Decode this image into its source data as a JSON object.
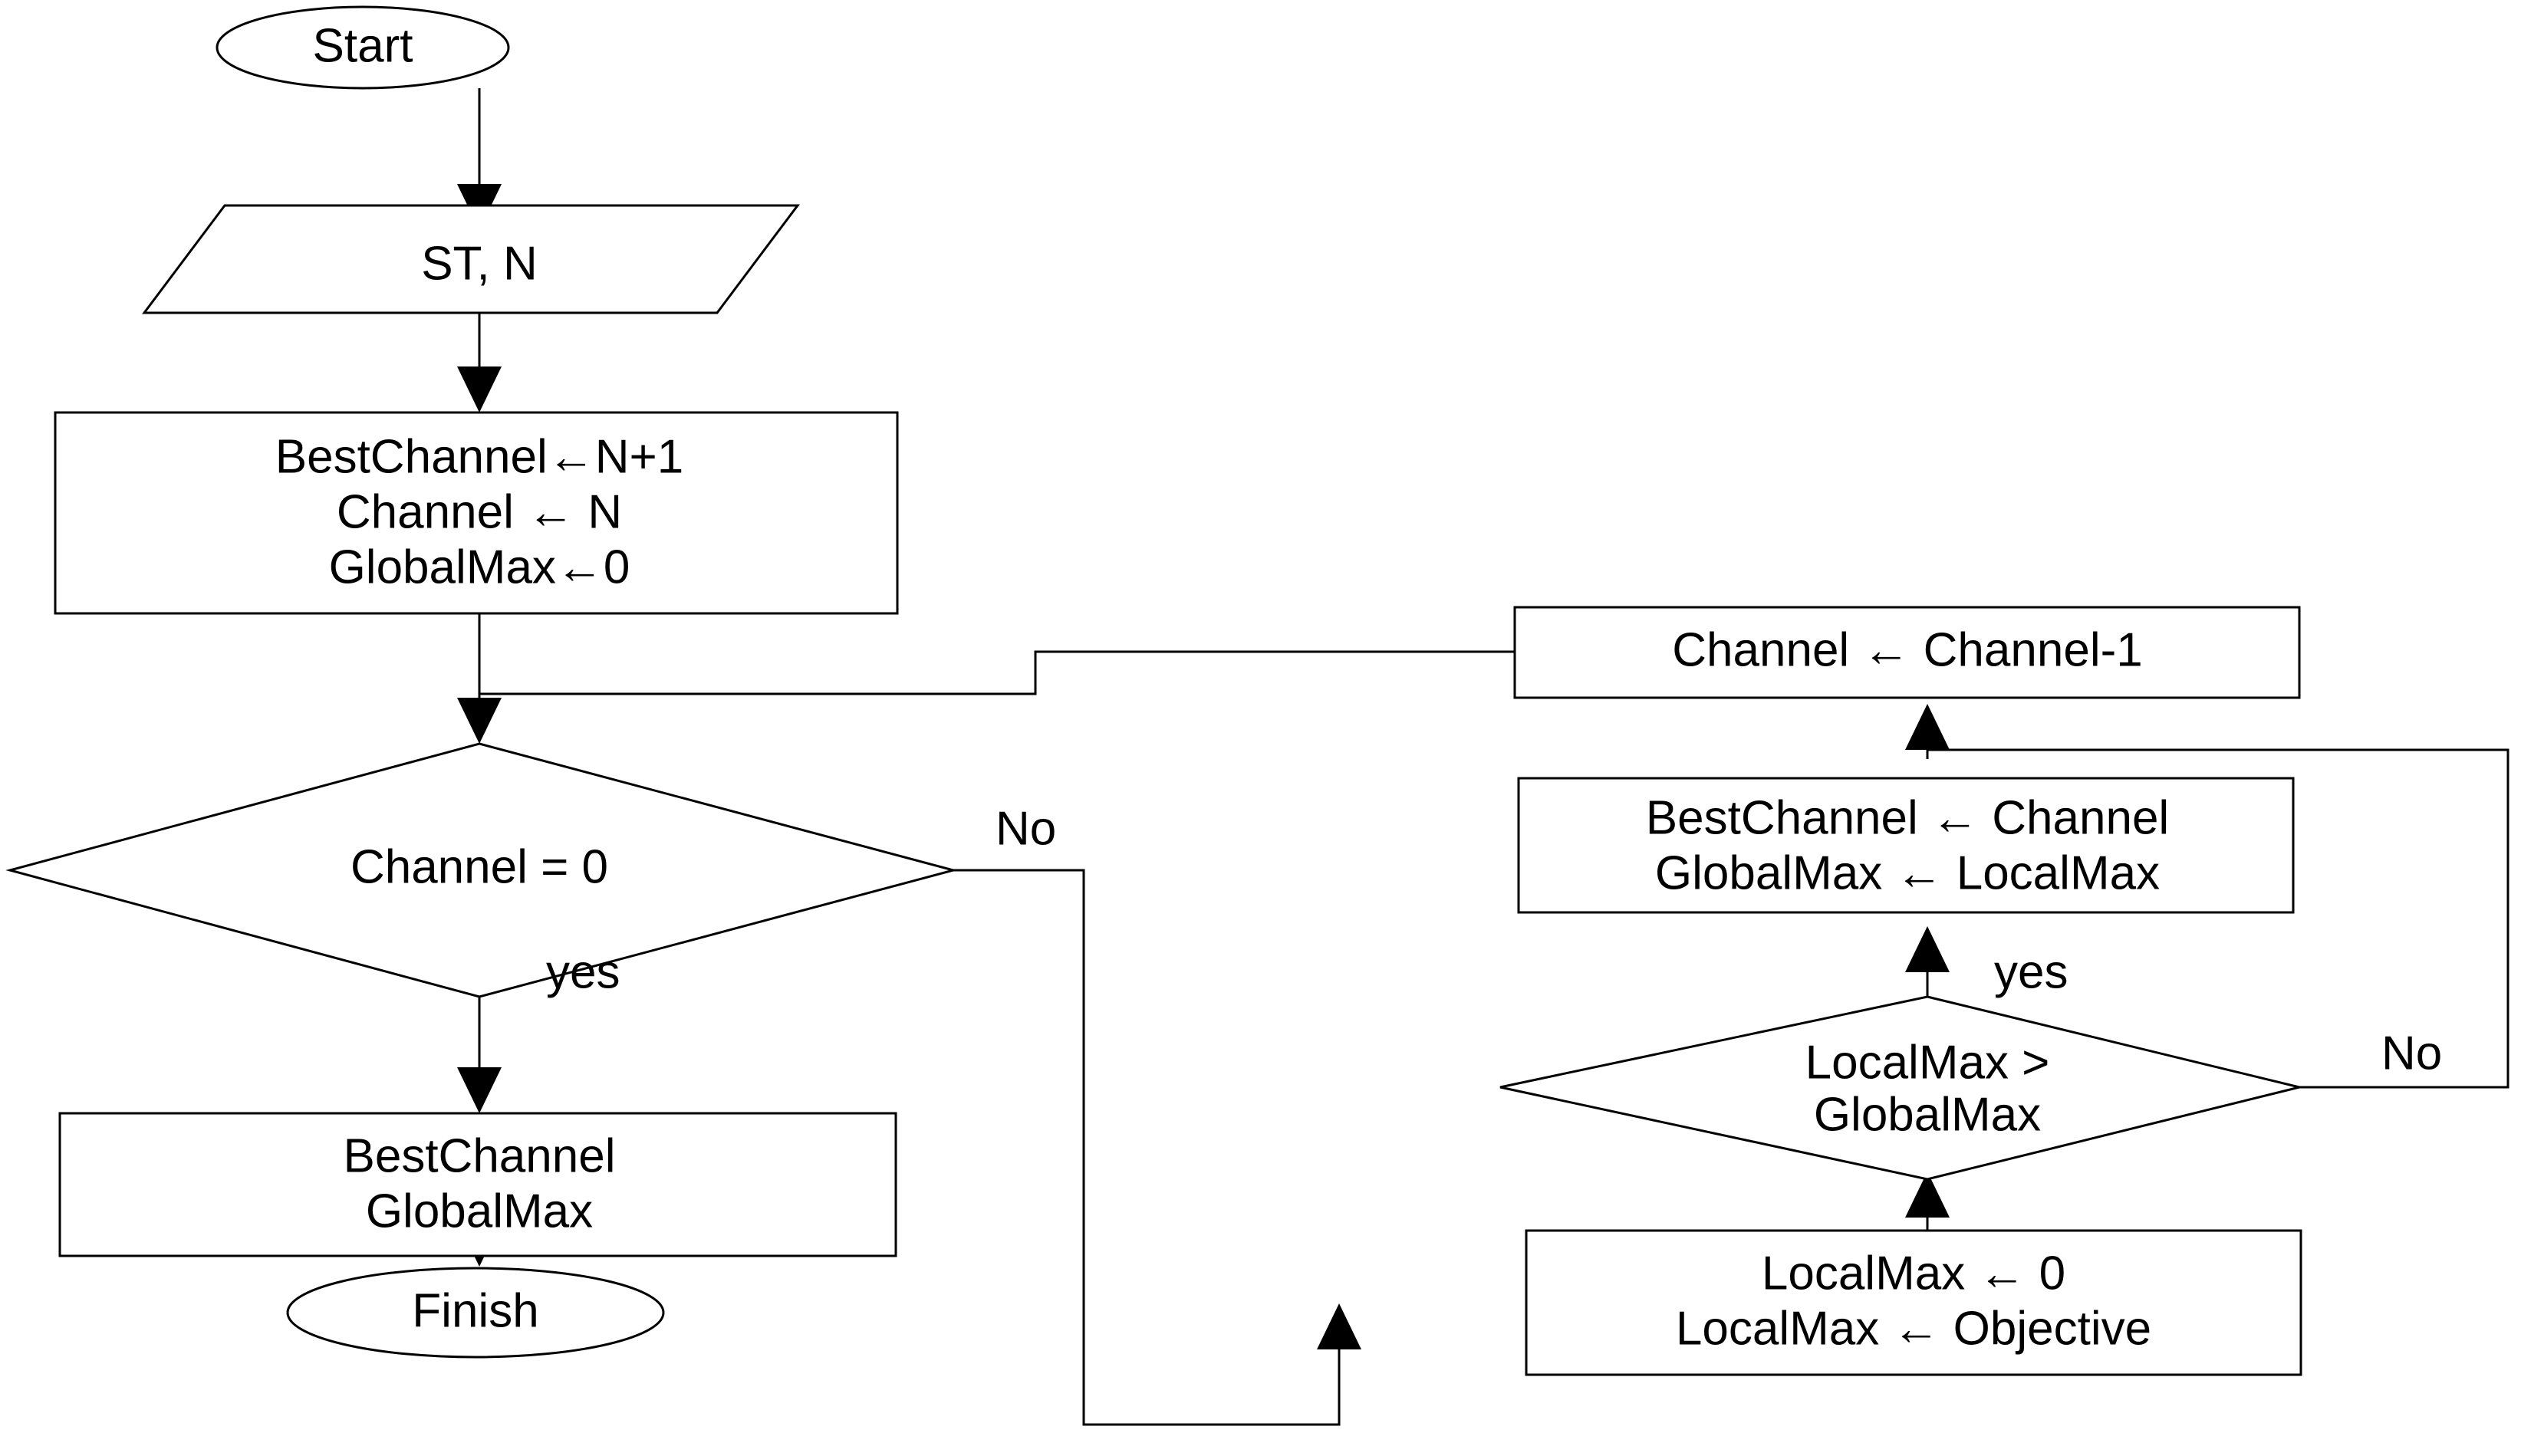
{
  "diagram": {
    "type": "flowchart",
    "title": "Channel selection algorithm flowchart",
    "background_color": "#ffffff",
    "line_color": "#000000",
    "text_color": "#000000"
  },
  "nodes": {
    "start": {
      "shape": "ellipse",
      "label": "Start"
    },
    "input": {
      "shape": "parallelogram",
      "label": "ST, N"
    },
    "init": {
      "shape": "rectangle",
      "line1": "BestChannel←N+1",
      "line2": "Channel ← N",
      "line3": "GlobalMax←0"
    },
    "channel_check": {
      "shape": "diamond",
      "label": "Channel = 0"
    },
    "output": {
      "shape": "rectangle",
      "line1": "BestChannel",
      "line2": "GlobalMax"
    },
    "finish": {
      "shape": "ellipse",
      "label": "Finish"
    },
    "decrement": {
      "shape": "rectangle",
      "label": "Channel ← Channel-1"
    },
    "update_best": {
      "shape": "rectangle",
      "line1": "BestChannel ← Channel",
      "line2": "GlobalMax ← LocalMax"
    },
    "compare": {
      "shape": "diamond",
      "line1": "LocalMax >",
      "line2": "GlobalMax"
    },
    "local_init": {
      "shape": "rectangle",
      "line1": "LocalMax ← 0",
      "line2": "LocalMax ← Objective"
    }
  },
  "edge_labels": {
    "channel_check_no": "No",
    "channel_check_yes": "yes",
    "compare_yes": "yes",
    "compare_no": "No"
  }
}
